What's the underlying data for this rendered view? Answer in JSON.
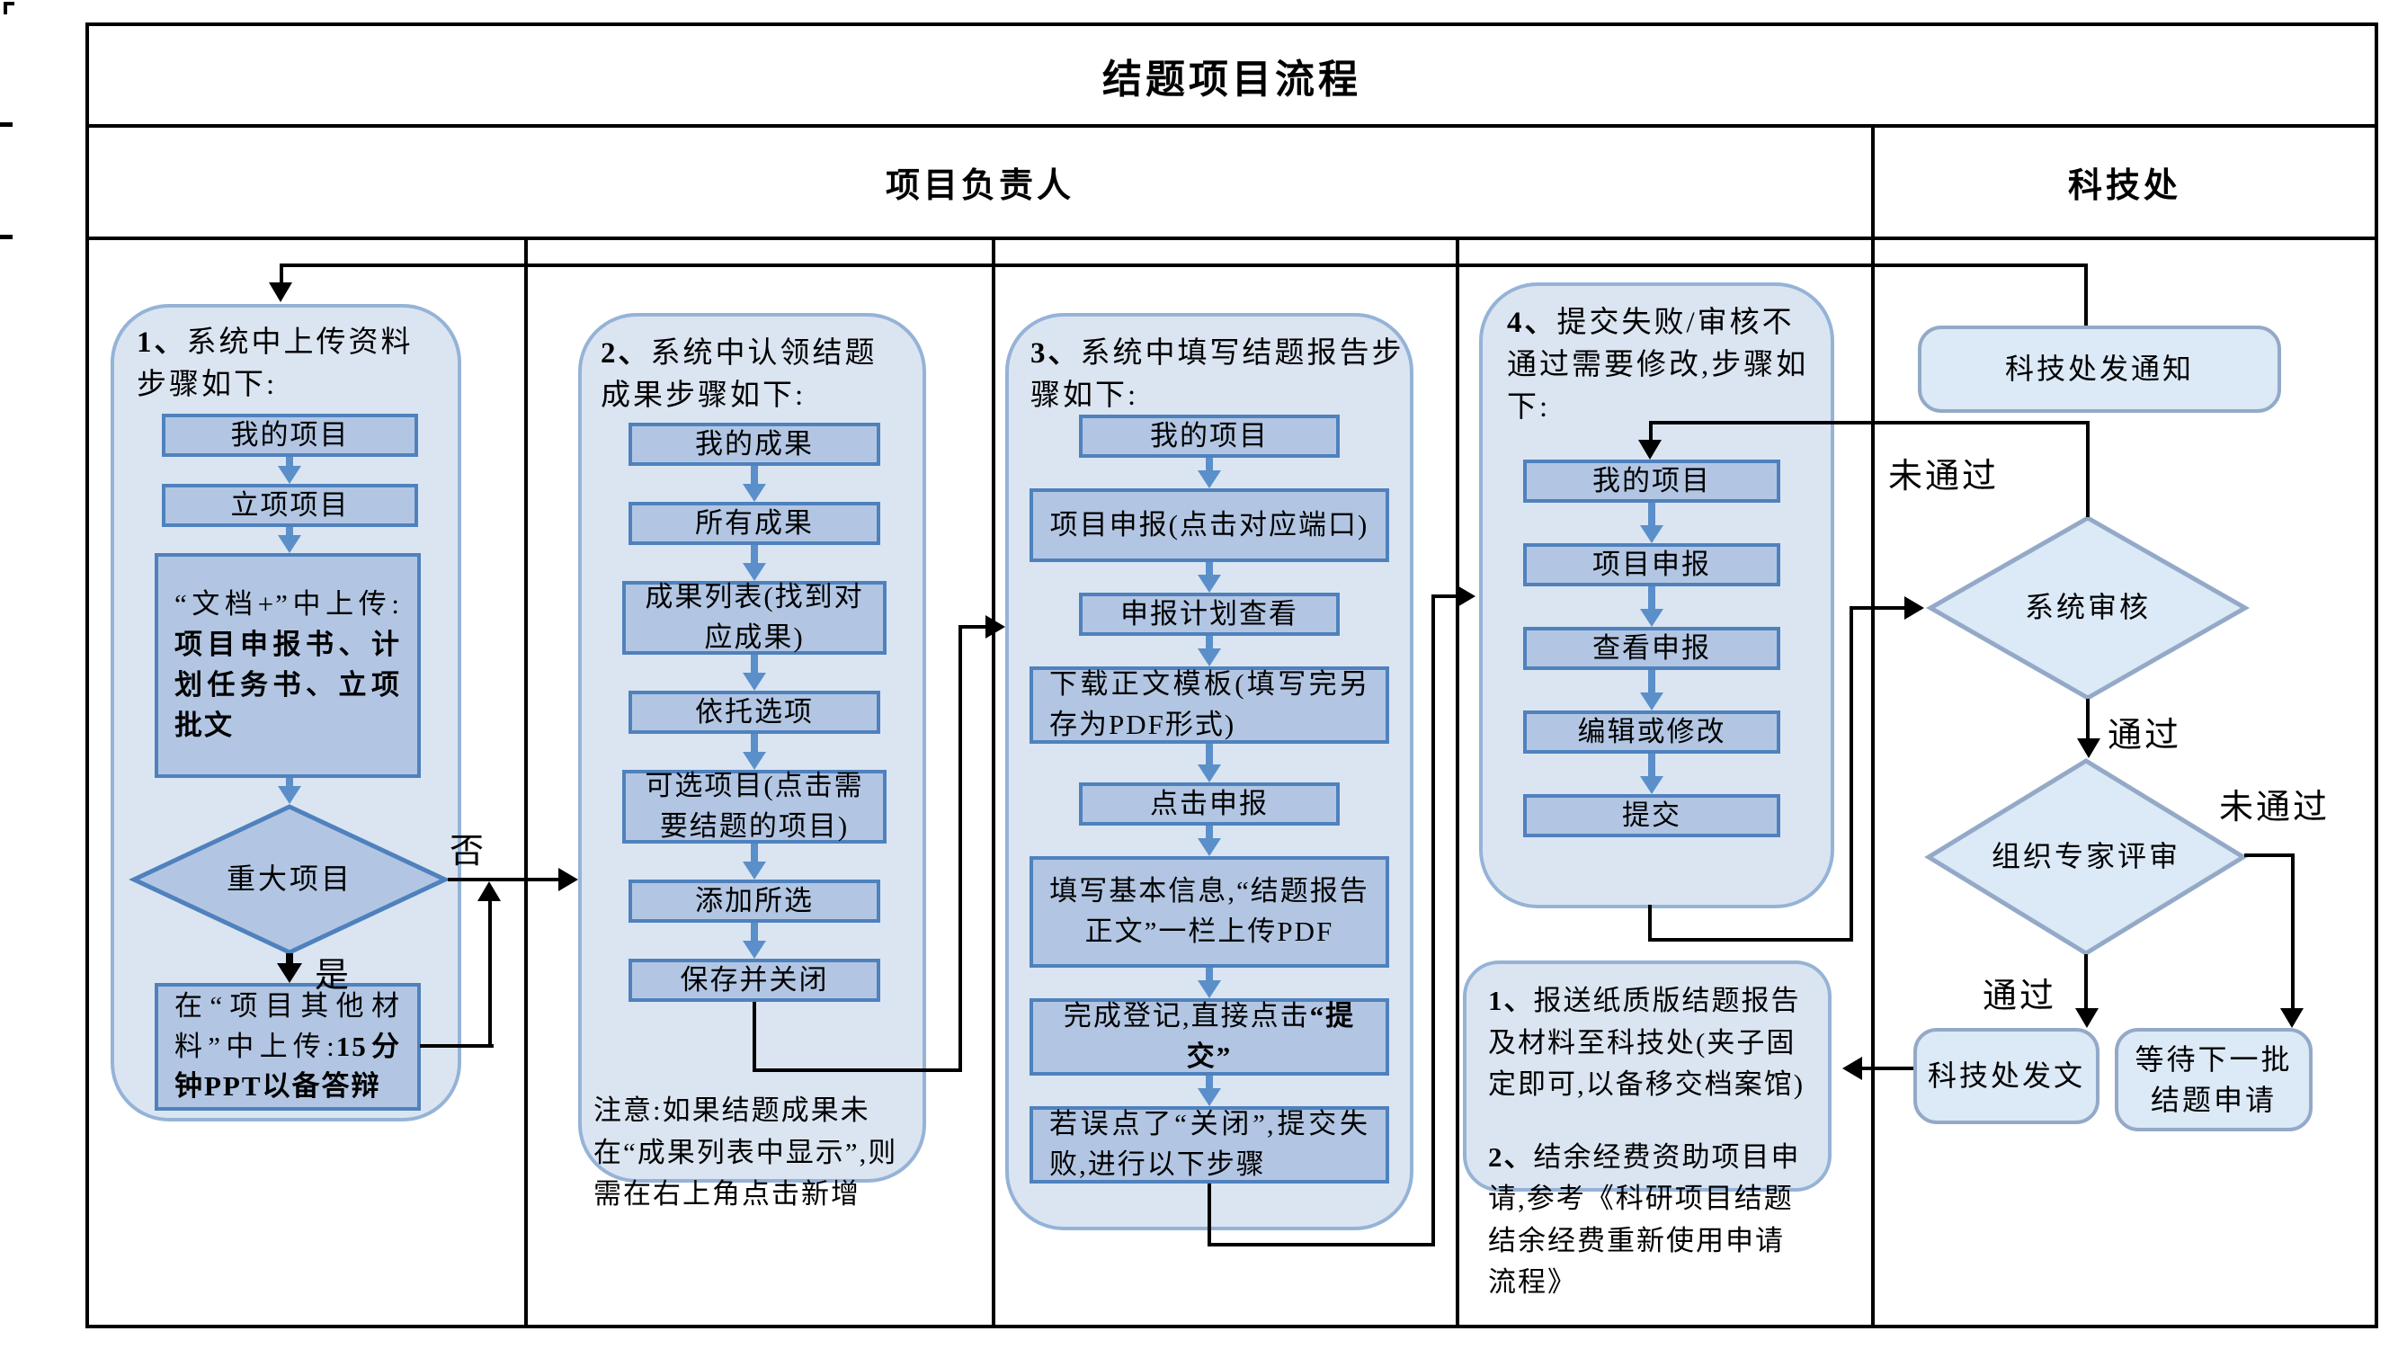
{
  "title": "结题项目流程",
  "headers": {
    "owner": "项目负责人",
    "office": "科技处"
  },
  "colors": {
    "container_fill": "#dbe5f1",
    "container_border": "#95b3d7",
    "box_fill": "#b2c6e3",
    "box_border": "#4f81bd",
    "office_fill": "#dce9f6",
    "office_border": "#93a9c7",
    "flow_arrow_blue": "#5b8fc9",
    "connector_black": "#000000"
  },
  "lane1": {
    "header_num": "1、",
    "header": "系统中上传资料步骤如下:",
    "boxes": [
      "我的项目",
      "立项项目"
    ],
    "box3_prefix": "“文档+”中上传:",
    "box3_bold": "项目申报书、计划任务书、立项批文",
    "diamond": "重大项目",
    "no_label": "否",
    "yes_label": "是",
    "box4_prefix": "在“项目其他材料”中上传:",
    "box4_bold": "15分钟PPT以备答辩"
  },
  "lane2": {
    "header_num": "2、",
    "header": "系统中认领结题成果步骤如下:",
    "boxes": [
      "我的成果",
      "所有成果",
      "成果列表(找到对应成果)",
      "依托选项",
      "可选项目(点击需要结题的项目)",
      "添加所选",
      "保存并关闭"
    ],
    "note": "注意:如果结题成果未在“成果列表中显示”,则需在右上角点击新增"
  },
  "lane3": {
    "header_num": "3、",
    "header": "系统中填写结题报告步骤如下:",
    "boxes": [
      "我的项目",
      "项目申报(点击对应端口)",
      "申报计划查看",
      "下载正文模板(填写完另存为PDF形式)",
      "点击申报",
      "填写基本信息,“结题报告正文”一栏上传PDF"
    ],
    "box7_prefix": "完成登记,直接点击",
    "box7_bold": "“提交”",
    "box8": "若误点了“关闭”,提交失败,进行以下步骤"
  },
  "lane4": {
    "header_num": "4、",
    "header": "提交失败/审核不通过需要修改,步骤如下:",
    "boxes": [
      "我的项目",
      "项目申报",
      "查看申报",
      "编辑或修改",
      "提交"
    ],
    "note1_num": "1、",
    "note1": "报送纸质版结题报告及材料至科技处(夹子固定即可,以备移交档案馆)",
    "note2_num": "2、",
    "note2": "结余经费资助项目申请,参考《科研项目结题结余经费重新使用申请流程》"
  },
  "lane5": {
    "notify": "科技处发通知",
    "diamond1": "系统审核",
    "diamond2": "组织专家评审",
    "issue": "科技处发文",
    "wait": "等待下一批结题申请",
    "fail_top": "未通过",
    "pass_mid": "通过",
    "pass_bottom": "通过",
    "fail_right": "未通过"
  }
}
